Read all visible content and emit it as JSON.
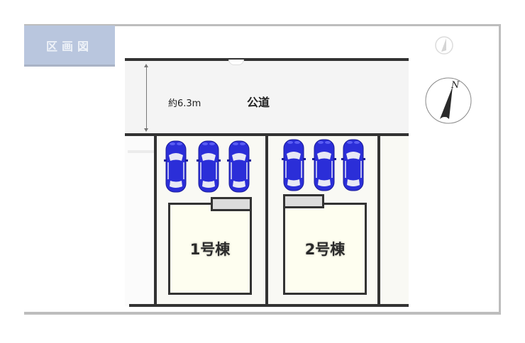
{
  "title_tab": {
    "label": "区画図"
  },
  "road": {
    "width_label": "約6.3m",
    "name": "公道"
  },
  "compass": {
    "north_label": "N",
    "icon": "north-arrow-icon"
  },
  "lots": [
    {
      "label": "1号棟",
      "parking_spaces": 3,
      "car_icon": "car-icon"
    },
    {
      "label": "2号棟",
      "parking_spaces": 3,
      "car_icon": "car-icon"
    }
  ],
  "colors": {
    "tab_background": "#b9c6de",
    "road_background": "#f4f4f4",
    "lot_background": "#f9f9f4",
    "house_fill": "#fefef0",
    "car_blue": "#2b2ed8",
    "wall_line": "#333333",
    "frame_gray": "#bdbdbd"
  }
}
